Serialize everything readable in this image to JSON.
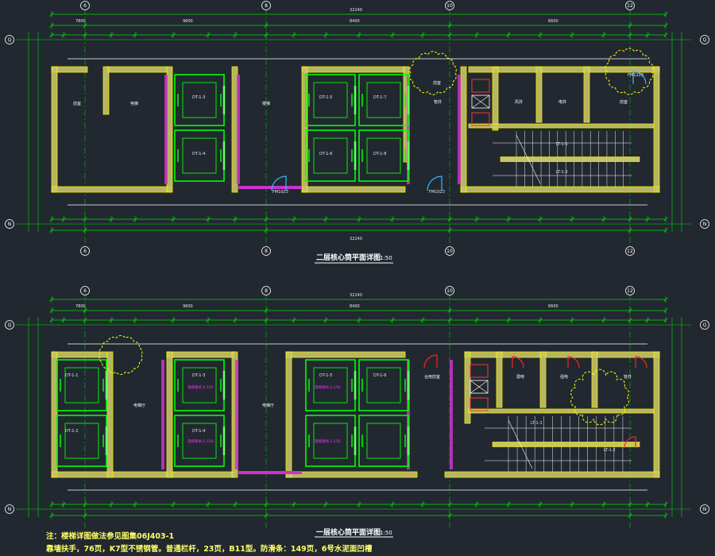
{
  "colors": {
    "background": "#212830",
    "dimension_line": "#00dd00",
    "wall_fill": "#c8c46a",
    "wall_edge": "#ffff00",
    "elevator_line": "#00ff00",
    "magenta_wall": "#cc33cc",
    "door_blue": "#33bbff",
    "door_red": "#ff2222",
    "cloud": "#ffff00",
    "text": "#ffffff"
  },
  "grid_labels": {
    "columns": [
      "6",
      "8",
      "10",
      "12"
    ],
    "rows": [
      "Q",
      "N"
    ]
  },
  "top_plan": {
    "title": "二层核心筒平面详图",
    "scale": "1:50",
    "overall_dimension": "32240",
    "segment_dimensions": [
      "7800",
      "9600",
      "8400",
      "6600"
    ],
    "room_labels": [
      "前室",
      "电梯",
      "楼梯",
      "管井",
      "风井",
      "电井",
      "前室",
      "前室"
    ],
    "elevator_labels": [
      "DT-1-3",
      "DT-1-4",
      "DT-1-5",
      "DT-1-6",
      "DT-1-7",
      "DT-1-8"
    ],
    "door_labels": [
      "FM1023",
      "FM1023",
      "FM1223"
    ],
    "stair_labels": [
      "LT-1-1",
      "LT-1-2"
    ]
  },
  "bottom_plan": {
    "title": "一层核心筒平面详图",
    "scale": "1:50",
    "overall_dimension": "32240",
    "segment_dimensions": [
      "7800",
      "9600",
      "8400",
      "6600"
    ],
    "room_labels": [
      "电梯厅",
      "电梯厅",
      "弱电",
      "强电",
      "管井",
      "合用前室"
    ],
    "elevator_labels": [
      "DT-1-1",
      "DT-1-2",
      "DT-1-3",
      "DT-1-4",
      "DT-1-5",
      "DT-1-6"
    ],
    "level_labels": [
      "电梯基坑-2.150",
      "电梯基坑-2.150",
      "电梯基坑-2.150",
      "电梯基坑-2.150"
    ],
    "stair_labels": [
      "LT-1-1",
      "LT-1-2"
    ]
  },
  "notes": {
    "line1": "注：楼梯详图做法参见图集06J403-1",
    "line2": "靠墙扶手，76页，K7型不锈钢管。普通栏杆，23页，B11型。防滑条：149页，6号水泥面凹槽"
  }
}
